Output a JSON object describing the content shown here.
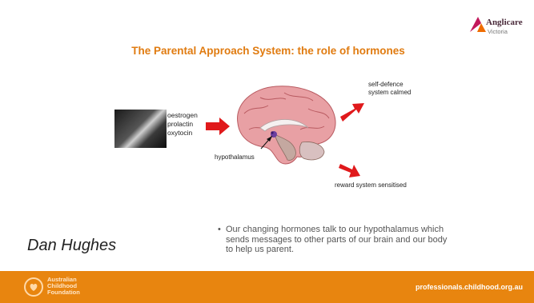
{
  "slide": {
    "title": "The Parental Approach System: the role of hormones",
    "hormones": [
      "oestrogen",
      "prolactin",
      "oxytocin"
    ],
    "labels": {
      "self_defence_line1": "self-defence",
      "self_defence_line2": "system calmed",
      "hypothalamus": "hypothalamus",
      "reward": "reward system  sensitised"
    },
    "bullet_text": "Our changing hormones talk to our hypothalamus which sends messages to other parts of our brain and our body to help us parent.",
    "author": "Dan Hughes"
  },
  "logo": {
    "name": "Anglicare",
    "sub": "Victoria"
  },
  "footer": {
    "org_line1": "Australian",
    "org_line2": "Childhood",
    "org_line3": "Foundation",
    "url": "professionals.childhood.org.au"
  },
  "colors": {
    "accent": "#e07b10",
    "footer": "#e8850f",
    "arrow": "#e0191b"
  }
}
